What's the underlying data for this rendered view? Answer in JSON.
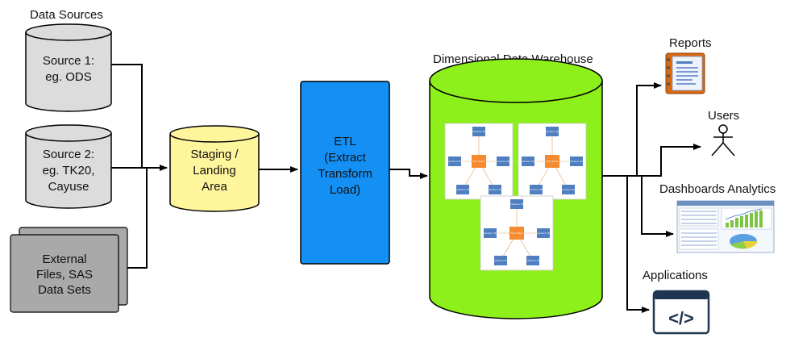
{
  "sources_heading": "Data Sources",
  "source1": {
    "line1": "Source 1:",
    "line2": "eg. ODS"
  },
  "source2": {
    "line1": "Source 2:",
    "line2": "eg. TK20,",
    "line3": "Cayuse"
  },
  "external": {
    "line1": "External",
    "line2": "Files, SAS",
    "line3": "Data Sets"
  },
  "staging": {
    "line1": "Staging /",
    "line2": "Landing",
    "line3": "Area"
  },
  "etl": {
    "line1": "ETL",
    "line2": "(Extract",
    "line3": "Transform",
    "line4": "Load)"
  },
  "warehouse_title": "Dimensional Data Warehouse",
  "schema": {
    "dimension_label": "Dimension Table",
    "fact_label": "Fact Table"
  },
  "outputs": {
    "reports": "Reports",
    "users": "Users",
    "dashboards": "Dashboards Analytics",
    "applications": "Applications",
    "code_symbol": "</>"
  },
  "colors": {
    "source_fill": "#dcdcdc",
    "external_fill": "#a9a9a9",
    "staging_fill": "#fff59d",
    "etl_fill": "#1490f4",
    "warehouse_fill": "#8ef01a",
    "dimension_fill": "#4f7fc0",
    "fact_fill": "#f58a2e"
  }
}
